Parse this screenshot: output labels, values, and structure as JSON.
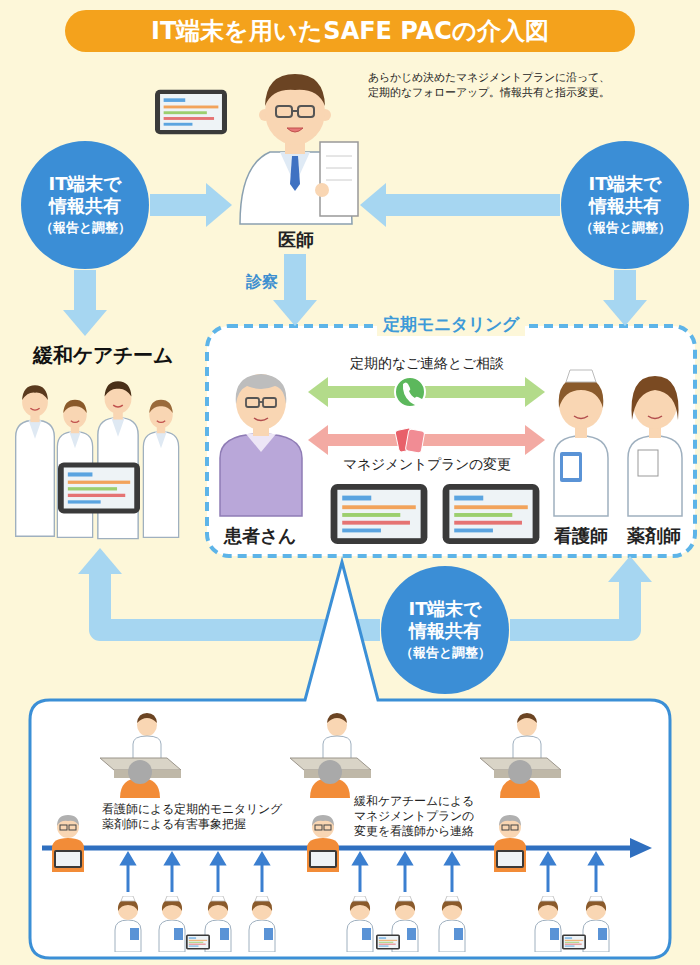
{
  "diagram": {
    "title": "IT端末を用いたSAFE PACの介入図",
    "nodes": [
      {
        "text": [
          "IT端末で 情報共有",
          "（報告と調整）"
        ]
      },
      {
        "text": [
          "医師"
        ]
      },
      {
        "text": [
          "IT端末で 情報共有",
          "（報告と調整）"
        ]
      },
      {
        "text": [
          "緩和ケアチーム"
        ]
      },
      {
        "text": [
          "定期モニタリング"
        ]
      },
      {
        "text": [
          "患者さん"
        ],
        "in": 4
      },
      {
        "text": [
          "看護師"
        ],
        "in": 4
      },
      {
        "text": [
          "薬剤師"
        ],
        "in": 4
      },
      {
        "text": [
          "IT端末で 情報共有",
          "（報告と調整）"
        ]
      },
      {
        "text": [
          "看護師による定期的モニタリング 薬剤師による有害事象把握",
          "緩和ケアチームによる マネジメントプランの 変更を看護師から連絡"
        ]
      }
    ],
    "edges": [
      {
        "from": 0,
        "to": 1,
        "arrow": "to"
      },
      {
        "from": 0,
        "to": 3,
        "arrow": "to"
      },
      {
        "from": 2,
        "to": 1,
        "arrow": "to"
      },
      {
        "from": 2,
        "to": 4,
        "arrow": "to"
      },
      {
        "from": 1,
        "to": 4,
        "label": "診察",
        "arrow": "to"
      },
      {
        "from": 5,
        "to": 6,
        "label": "定期的なご連絡とご相談",
        "arrow": "both"
      },
      {
        "from": 5,
        "to": 6,
        "label": "マネジメントプランの変更",
        "arrow": "both"
      },
      {
        "from": 8,
        "to": 3,
        "arrow": "to"
      },
      {
        "from": 8,
        "to": 4,
        "arrow": "to"
      }
    ],
    "labels": [
      "あらかじめ決めたマネジメントプランに沿って、 定期的なフォローアップ。情報共有と指示変更。"
    ]
  }
}
